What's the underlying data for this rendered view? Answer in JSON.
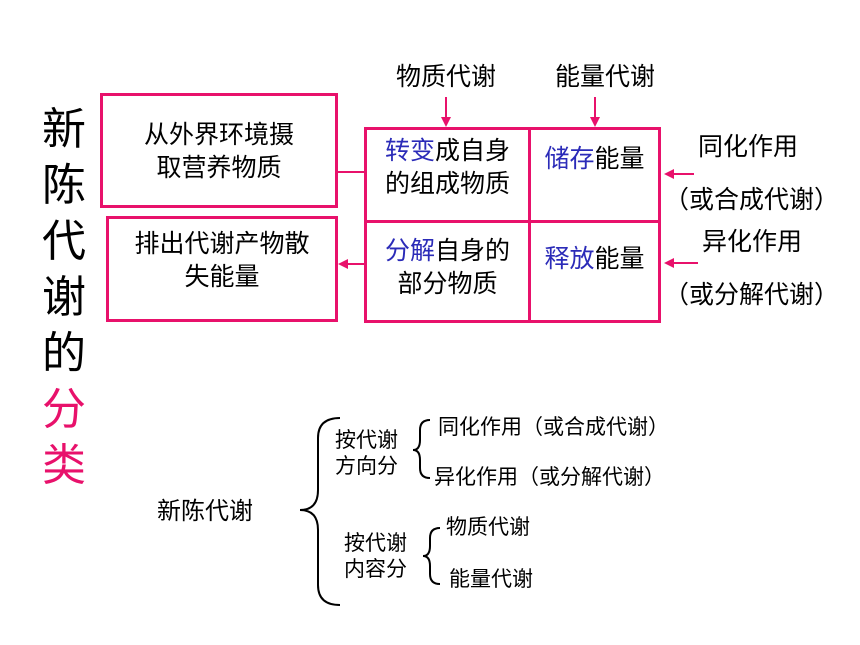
{
  "title_chars": [
    "新",
    "陈",
    "代",
    "谢",
    "的",
    "分",
    "类"
  ],
  "colors": {
    "accent": "#e8116b",
    "blue": "#2b2bb8",
    "text": "#000000"
  },
  "top_labels": {
    "material": "物质代谢",
    "energy": "能量代谢"
  },
  "left_boxes": {
    "intake": [
      "从外界环境摄",
      "取营养物质"
    ],
    "output": [
      "排出代谢产物散",
      "失能量"
    ]
  },
  "grid": {
    "tl": {
      "highlight": "转变",
      "rest1": "成自身",
      "line2": "的组成物质"
    },
    "tr": {
      "highlight": "储存",
      "rest": "能量"
    },
    "bl": {
      "highlight": "分解",
      "rest1": "自身的",
      "line2": "部分物质"
    },
    "br": {
      "highlight": "释放",
      "rest": "能量"
    }
  },
  "right_labels": {
    "assimilation": "同化作用",
    "assimilation_alt": "（或合成代谢）",
    "dissimilation": "异化作用",
    "dissimilation_alt": "（或分解代谢）"
  },
  "tree": {
    "root": "新陈代谢",
    "branch1": {
      "label": [
        "按代谢",
        "方向分"
      ],
      "items": [
        "同化作用（或合成代谢）",
        "异化作用（或分解代谢）"
      ]
    },
    "branch2": {
      "label": [
        "按代谢",
        "内容分"
      ],
      "items": [
        "物质代谢",
        "能量代谢"
      ]
    }
  }
}
